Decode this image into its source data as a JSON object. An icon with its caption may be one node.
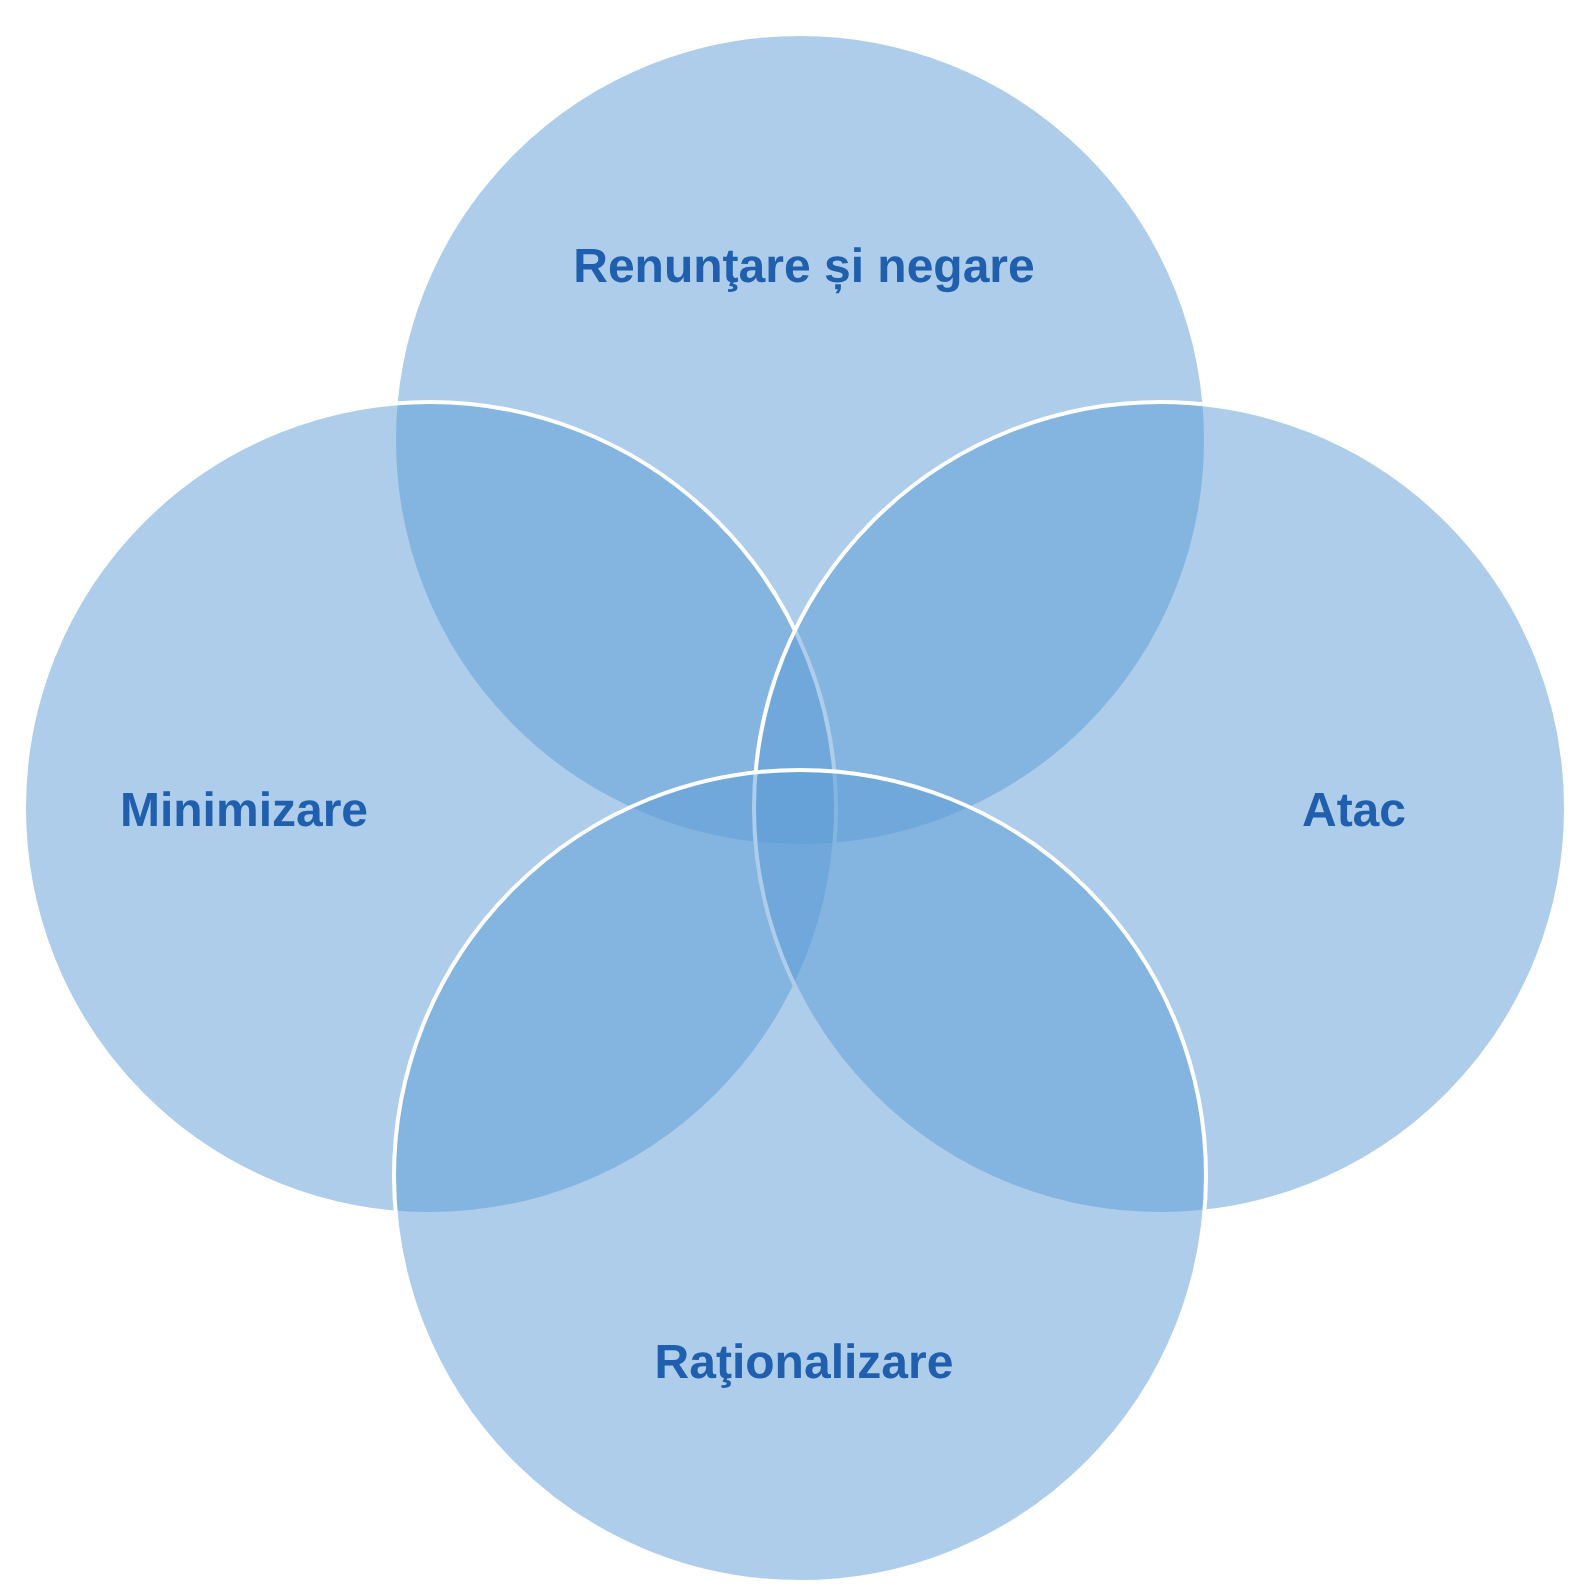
{
  "diagram": {
    "nodes": [
      {
        "text": [
          "Renunţare și negare"
        ]
      },
      {
        "text": [
          "Minimizare"
        ]
      },
      {
        "text": [
          "Atac"
        ]
      },
      {
        "text": [
          "Raţionalizare"
        ]
      }
    ],
    "edges": []
  }
}
